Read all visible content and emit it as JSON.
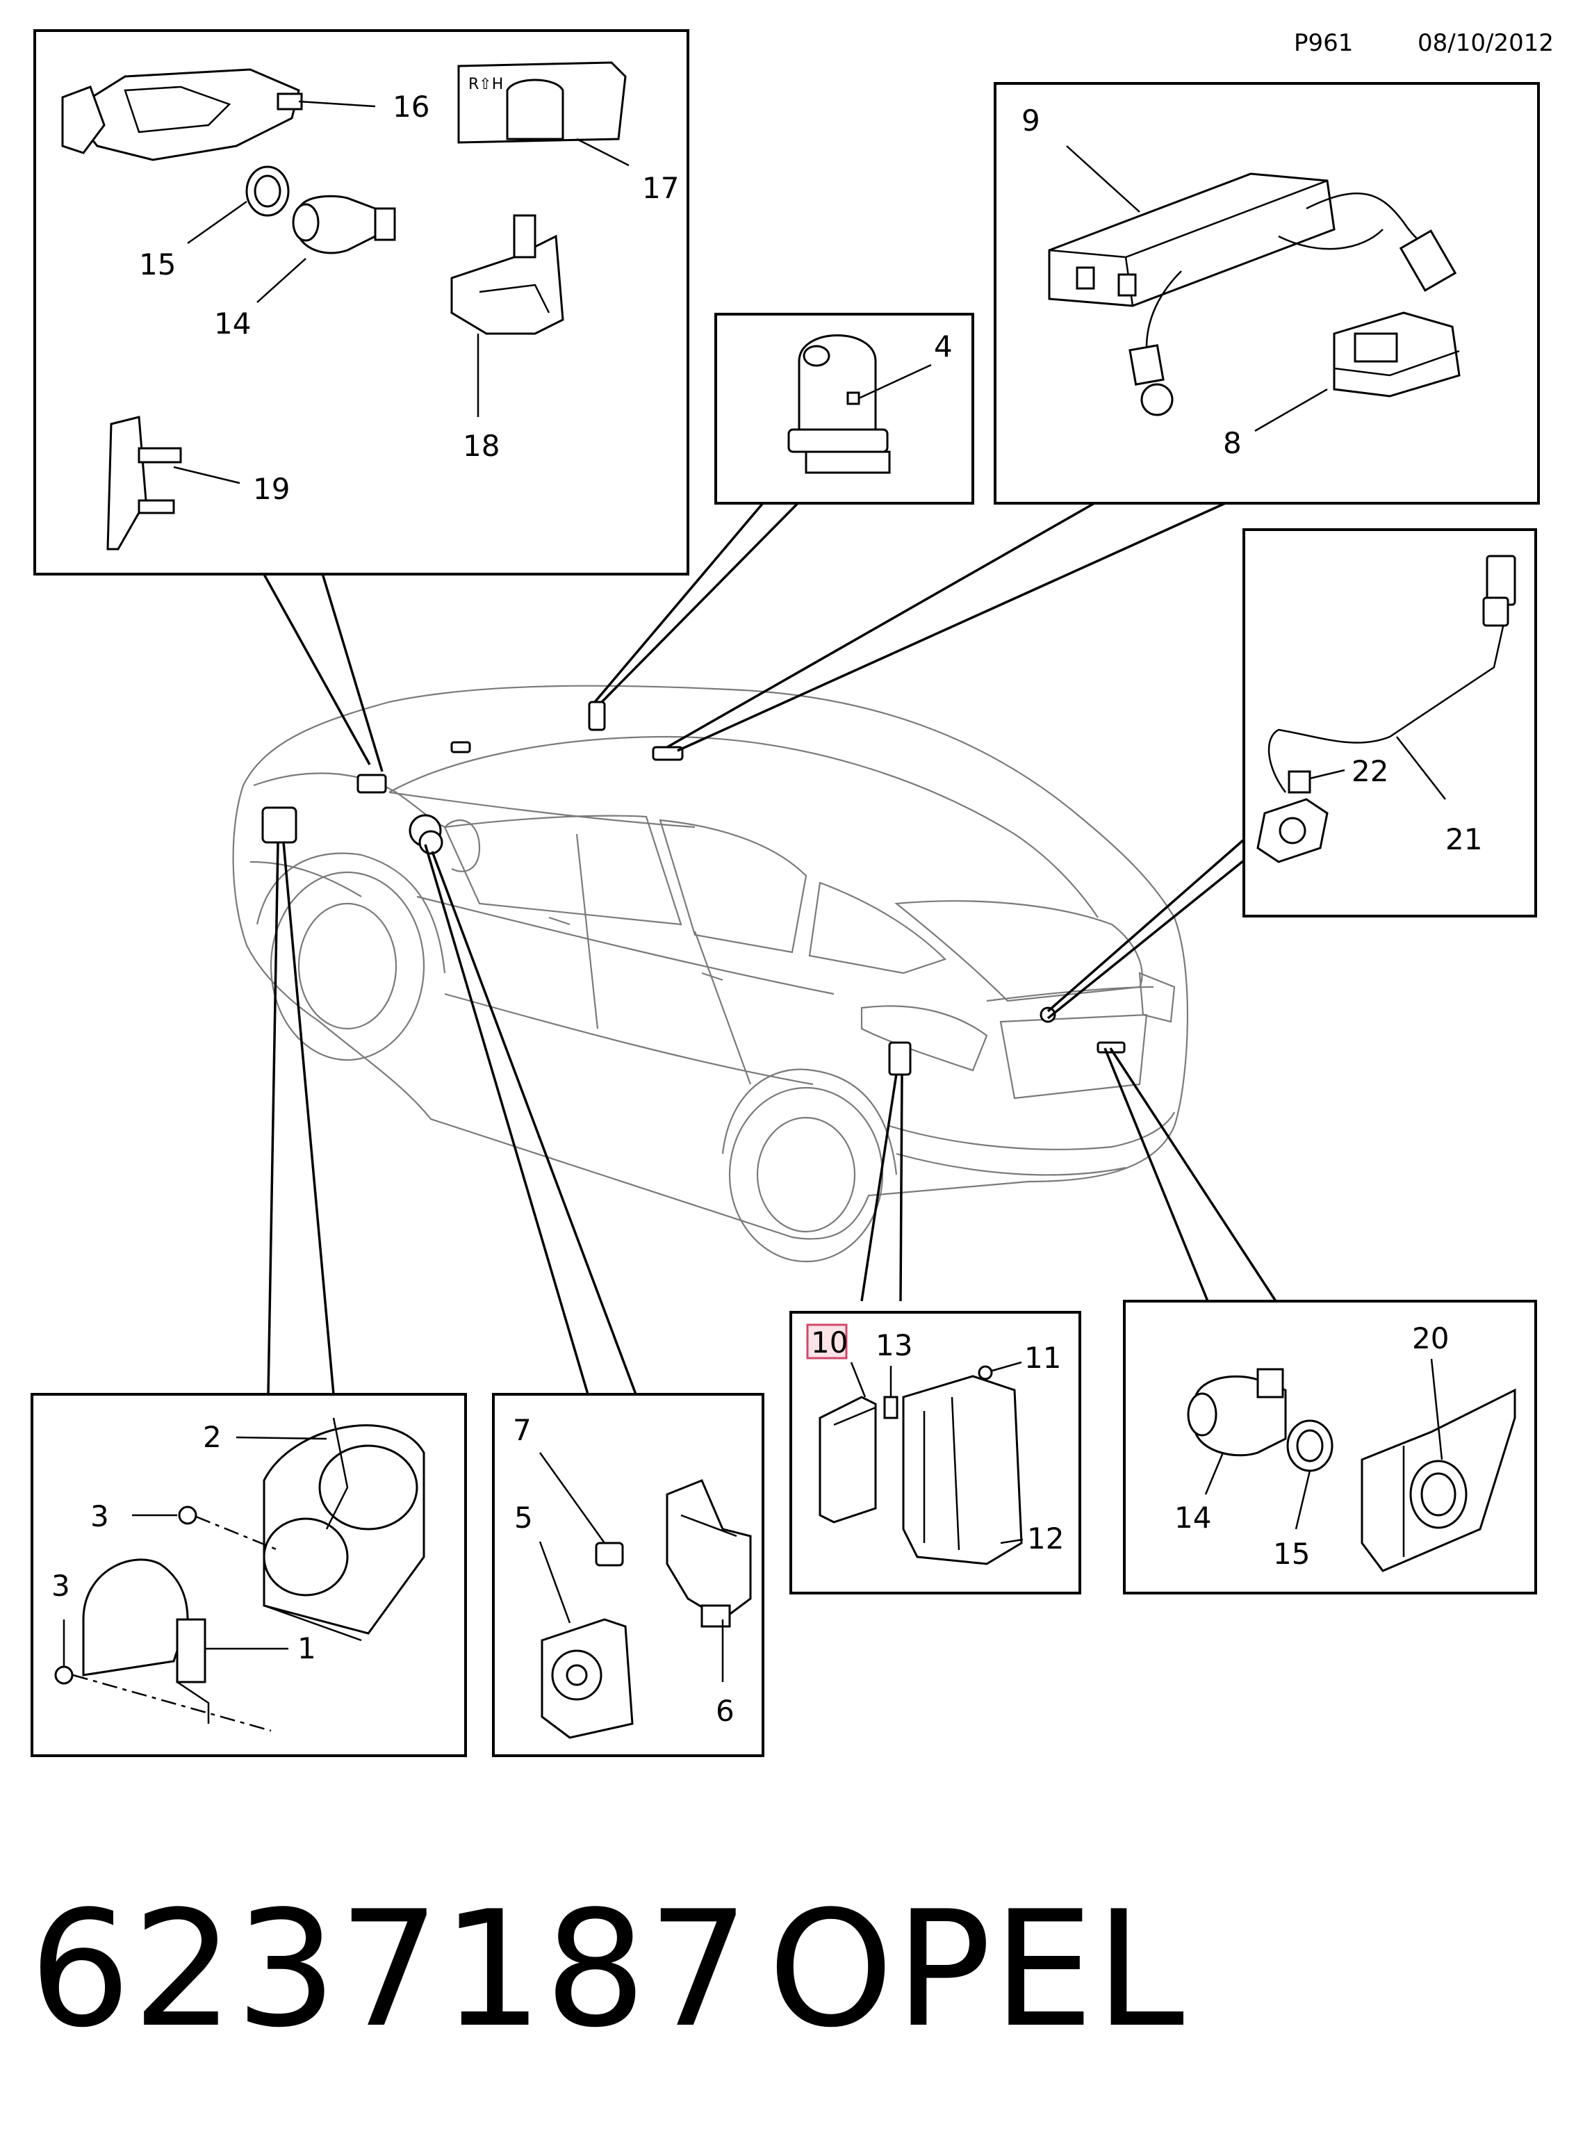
{
  "header": {
    "page_code": "P961",
    "date": "08/10/2012"
  },
  "footer": {
    "part_number": "6237187",
    "brand": "OPEL"
  },
  "highlighted_callout": "10",
  "callouts": {
    "n1": "1",
    "n2": "2",
    "n3a": "3",
    "n3b": "3",
    "n4": "4",
    "n5": "5",
    "n6": "6",
    "n7": "7",
    "n8": "8",
    "n9": "9",
    "n10": "10",
    "n11": "11",
    "n12": "12",
    "n13": "13",
    "n14a": "14",
    "n14b": "14",
    "n15a": "15",
    "n15b": "15",
    "n16": "16",
    "n17": "17",
    "n18": "18",
    "n19": "19",
    "n20": "20",
    "n21": "21",
    "n22": "22"
  },
  "part_markings": {
    "rh_mark": "R⇧H"
  },
  "colors": {
    "line": "#000000",
    "car_outline": "#7a7a7a",
    "highlight_border": "#d0486a",
    "highlight_fill": "#fbe3e8"
  }
}
